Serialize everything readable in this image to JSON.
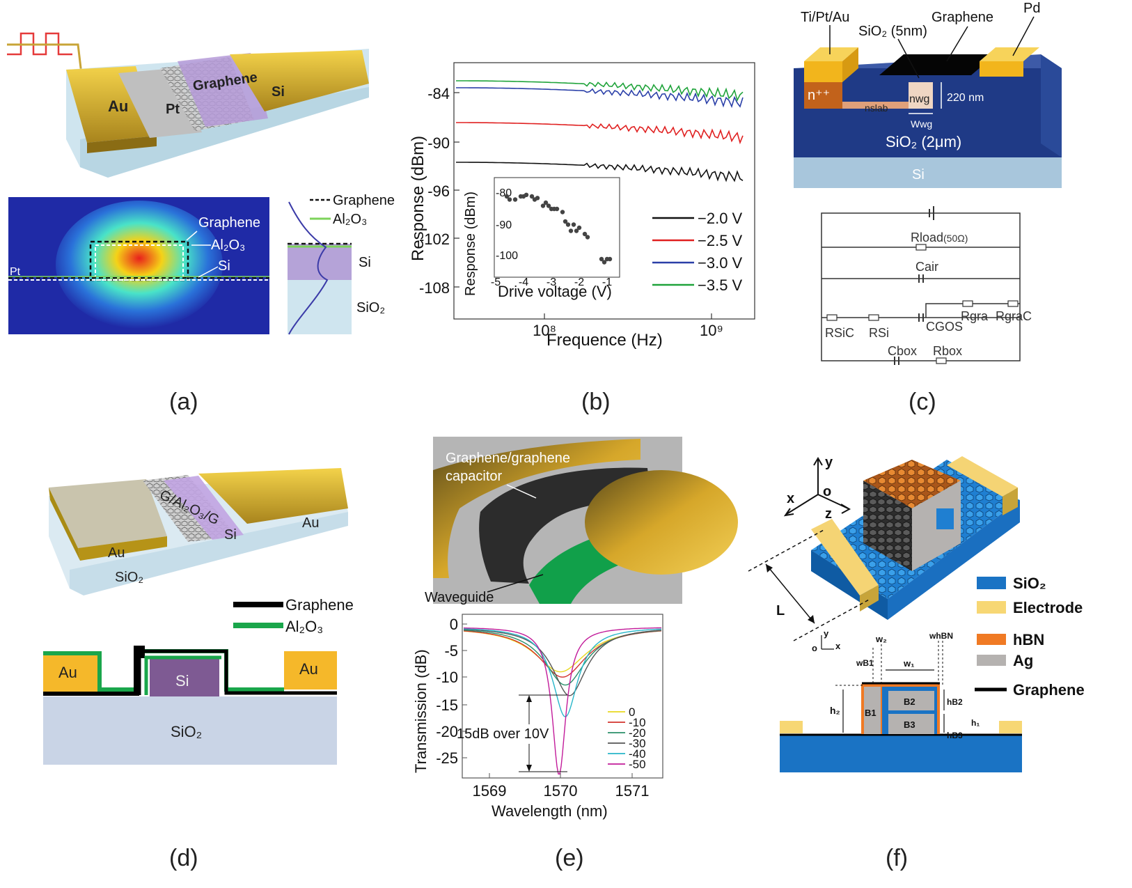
{
  "panel_labels": [
    "(a)",
    "(b)",
    "(c)",
    "(d)",
    "(e)",
    "(f)"
  ],
  "panel_a": {
    "labels": {
      "au": "Au",
      "pt": "Pt",
      "graphene": "Graphene",
      "si": "Si"
    },
    "field": {
      "graphene": "Graphene",
      "al2o3": "Al₂O₃",
      "si": "Si",
      "pt": "Pt"
    },
    "legend": {
      "graphene": "Graphene",
      "al2o3": "Al₂O₃"
    },
    "side": {
      "si": "Si",
      "sio2": "SiO₂"
    }
  },
  "panel_b": {
    "xlabel": "Frequence (Hz)",
    "ylabel": "Response (dBm)",
    "yticks": [
      "-84",
      "-90",
      "-96",
      "-102",
      "-108"
    ],
    "xticks": [
      "10⁸",
      "10⁹"
    ],
    "series": [
      {
        "name": "−2.0 V",
        "color": "#111111"
      },
      {
        "name": "−2.5 V",
        "color": "#e02020"
      },
      {
        "name": "−3.0 V",
        "color": "#2a3fa8"
      },
      {
        "name": "−3.5 V",
        "color": "#1fa33a"
      }
    ],
    "inset": {
      "xlabel": "Drive voltage (V)",
      "ylabel": "Response (dBm)",
      "xticks": [
        "-5",
        "-4",
        "-3",
        "-2",
        "-1"
      ],
      "yticks": [
        "-80",
        "-90",
        "-100"
      ]
    }
  },
  "panel_c": {
    "labels": {
      "tiptau": "Ti/Pt/Au",
      "graphene": "Graphene",
      "pd": "Pd",
      "sio2_thin": "SiO₂ (5nm)",
      "npp": "n⁺⁺",
      "nwg": "nwg",
      "nslab": "nslab",
      "h220": "220 nm",
      "wwg": "Wwg",
      "sio2": "SiO₂ (2μm)",
      "si": "Si"
    },
    "circuit": {
      "rload": "Rload",
      "rload_val": "(50Ω)",
      "cair": "Cair",
      "rsic": "RSiC",
      "rsi": "RSi",
      "cgos": "CGOS",
      "rgra": "Rgra",
      "rgrac": "RgraC",
      "cbox": "Cbox",
      "rbox": "Rbox"
    }
  },
  "panel_d": {
    "top": {
      "ga": "G/Al₂O₃/G",
      "au1": "Au",
      "au2": "Au",
      "si": "Si",
      "sio2": "SiO₂"
    },
    "legend": {
      "graphene": "Graphene",
      "al2o3": "Al₂O₃"
    },
    "cross": {
      "au1": "Au",
      "au2": "Au",
      "si": "Si",
      "sio2": "SiO₂"
    }
  },
  "panel_e": {
    "labels": {
      "cap": "Graphene/graphene",
      "cap2": "capacitor",
      "wg": "Waveguide"
    },
    "chart_data": {
      "type": "line",
      "xlabel": "Wavelength (nm)",
      "ylabel": "Transmission (dB)",
      "xticks": [
        "1569",
        "1570",
        "1571"
      ],
      "yticks": [
        "0",
        "-5",
        "-10",
        "-15",
        "-20",
        "-25"
      ],
      "annotation": "15dB over 10V",
      "series": [
        {
          "name": "0",
          "color": "#e8d81f"
        },
        {
          "name": "-10",
          "color": "#d2322d"
        },
        {
          "name": "-20",
          "color": "#2a8f6a"
        },
        {
          "name": "-30",
          "color": "#555555"
        },
        {
          "name": "-40",
          "color": "#27b6c9"
        },
        {
          "name": "-50",
          "color": "#c21b9a"
        }
      ]
    }
  },
  "panel_f": {
    "axes": {
      "y": "y",
      "x": "x",
      "z": "z",
      "o": "o",
      "l": "L"
    },
    "legend": {
      "sio2": "SiO₂",
      "electrode": "Electrode",
      "hbn": "hBN",
      "ag": "Ag",
      "graphene": "Graphene"
    },
    "colors": {
      "sio2": "#1a73c4",
      "electrode": "#f7d774",
      "hbn": "#f07a24",
      "ag": "#b5b2b0"
    },
    "cross": {
      "w2": "w₂",
      "whbn": "whBN",
      "wb1": "wB1",
      "w1": "w₁",
      "h2": "h₂",
      "hb2": "hB2",
      "h1": "h₁",
      "hb3": "hB3",
      "b1": "B1",
      "b2": "B2",
      "b3": "B3",
      "o": "o",
      "x": "x",
      "y": "y"
    }
  }
}
